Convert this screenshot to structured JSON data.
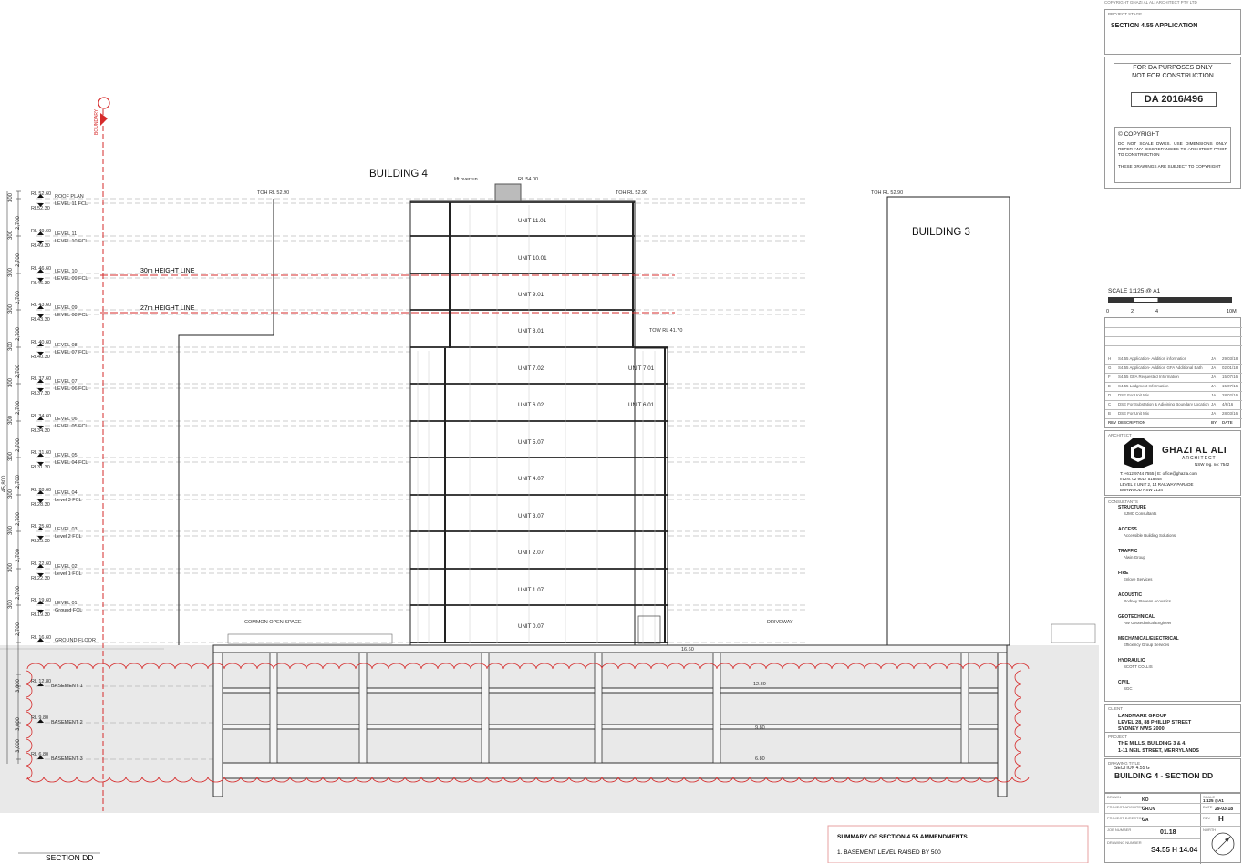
{
  "drawing": {
    "section_title": "SECTION DD",
    "building4_label": "BUILDING 4",
    "building3_label": "BUILDING 3",
    "lift_overrun": "lift overrun",
    "rl_lift": "RL 54.00",
    "toh_labels": [
      "TOH RL 52.90",
      "TOH RL 52.90",
      "TOH RL 52.90"
    ],
    "tow_label": "TOW RL 41.70",
    "boundary_label": "BOUNDARY",
    "height_lines": [
      "30m HEIGHT LINE",
      "27m HEIGHT LINE"
    ],
    "common_open_space": "COMMON OPEN SPACE",
    "driveway": "DRIVEWAY",
    "levels": [
      {
        "rl": "RL 52.60",
        "name": "ROOF PLAN",
        "fcl": "LEVEL 11 FCL",
        "rl2": "RL52.30"
      },
      {
        "rl": "RL 49.60",
        "name": "LEVEL 11",
        "fcl": "LEVEL 10 FCL",
        "rl2": "RL49.30"
      },
      {
        "rl": "RL 46.60",
        "name": "LEVEL 10",
        "fcl": "LEVEL 09 FCL",
        "rl2": "RL46.30"
      },
      {
        "rl": "RL 43.60",
        "name": "LEVEL 09",
        "fcl": "LEVEL 08 FCL",
        "rl2": "RL43.30"
      },
      {
        "rl": "RL 40.60",
        "name": "LEVEL 08",
        "fcl": "LEVEL 07 FCL",
        "rl2": "RL40.30"
      },
      {
        "rl": "RL 37.60",
        "name": "LEVEL 07",
        "fcl": "LEVEL 06 FCL",
        "rl2": "RL37.30"
      },
      {
        "rl": "RL 34.60",
        "name": "LEVEL 06",
        "fcl": "LEVEL 05 FCL",
        "rl2": "RL34.30"
      },
      {
        "rl": "RL 31.60",
        "name": "LEVEL 05",
        "fcl": "LEVEL 04 FCL",
        "rl2": "RL31.30"
      },
      {
        "rl": "RL 28.60",
        "name": "LEVEL 04",
        "fcl": "Level 3 FCL",
        "rl2": "RL28.30"
      },
      {
        "rl": "RL 25.60",
        "name": "LEVEL 03",
        "fcl": "Level 2 FCL",
        "rl2": "RL25.30"
      },
      {
        "rl": "RL 22.60",
        "name": "LEVEL 02",
        "fcl": "Level 1 FCL",
        "rl2": "RL22.30"
      },
      {
        "rl": "RL 19.60",
        "name": "LEVEL 01",
        "fcl": "Ground FCL",
        "rl2": "RL19.30"
      },
      {
        "rl": "RL 16.60",
        "name": "GROUND FLOOR",
        "fcl": "",
        "rl2": ""
      }
    ],
    "basements": [
      {
        "rl": "RL 12.80",
        "name": "BASEMENT 1"
      },
      {
        "rl": "RL 9.80",
        "name": "BASEMENT 2"
      },
      {
        "rl": "RL 6.80",
        "name": "BASEMENT 3"
      }
    ],
    "dims_300": "300",
    "dims_2700": "2,700",
    "dims_3000": "3,000",
    "total_height": "45,800",
    "units_left": [
      "UNIT 11.01",
      "UNIT 10.01",
      "UNIT 9.01",
      "UNIT 8.01",
      "UNIT 7.02",
      "UNIT 6.02",
      "UNIT 5.07",
      "UNIT 4.07",
      "UNIT 3.07",
      "UNIT 2.07",
      "UNIT 1.07",
      "UNIT 0.07"
    ],
    "units_right": [
      "UNIT 7.01",
      "UNIT 6.01"
    ],
    "basement_rls": [
      "12.80",
      "9.80",
      "6.80"
    ],
    "ground_rl": "16.60",
    "summary_title": "SUMMARY OF SECTION 4.55 AMMENDMENTS",
    "summary_item": "1. BASEMENT LEVEL RAISED BY 500"
  },
  "title_block": {
    "copyright_top": "COPYRIGHT GHAZI AL ALI ARCHITECT PTY LTD",
    "project_stage_label": "PROJECT STAGE",
    "project_stage": "SECTION 4.55 APPLICATION",
    "da_purposes": "FOR DA PURPOSES ONLY",
    "not_construction": "NOT FOR CONSTRUCTION",
    "da_number": "DA 2016/496",
    "copyright_title": "© COPYRIGHT",
    "copyright_text1": "DO NOT SCALE DWGS. USE DIMENSIONS ONLY. REFER ANY DISCREPANCIES TO ARCHITECT PRIOR TO CONSTRUCTION",
    "copyright_text2": "THESE DRAWINGS ARE SUBJECT TO COPYRIGHT",
    "scale_label": "SCALE 1:125 @ A1",
    "scale_ticks": [
      "0",
      "2",
      "4",
      "10M"
    ],
    "revisions": [
      {
        "rev": "H",
        "desc": "S4.55 Application- Addition information",
        "by": "JA",
        "date": "29/03/18"
      },
      {
        "rev": "G",
        "desc": "S4.55 Application- Addition GFA Additional Bath",
        "by": "JA",
        "date": "02/01/18"
      },
      {
        "rev": "F",
        "desc": "S4.55 GFA Requested Information",
        "by": "JA",
        "date": "15/07/16"
      },
      {
        "rev": "E",
        "desc": "S4.55 Lodgment Information",
        "by": "JA",
        "date": "15/07/16"
      },
      {
        "rev": "D",
        "desc": "DSE For Unit Mix",
        "by": "JA",
        "date": "28/02/16"
      },
      {
        "rev": "C",
        "desc": "DSE For Substation & Adjoining Boundary Location",
        "by": "JA",
        "date": "4/8/16"
      },
      {
        "rev": "B",
        "desc": "DSE For Unit Mix",
        "by": "JA",
        "date": "28/03/16"
      }
    ],
    "rev_headers": [
      "REV",
      "DESCRIPTION",
      "BY",
      "DATE"
    ],
    "architect_label": "ARCHITECT",
    "architect_name": "GHAZI AL ALI",
    "architect_sub": "ARCHITECT",
    "nsw_reg": "NSW reg. no: 7542",
    "arch_contact": "T: +612 9744 7555  |  E: office@ghazia.com",
    "arch_mobile": "m/2N: 02 9017 518848",
    "arch_addr1": "LEVEL 2 UNIT 2, 14 RAILWAY PARADE",
    "arch_addr2": "BURWOOD NSW 2134",
    "consultants_label": "CONSULTANTS",
    "consultants": [
      {
        "cat": "STRUCTURE",
        "name": "SJMC Consultants"
      },
      {
        "cat": "ACCESS",
        "name": "Accessible Building Solutions"
      },
      {
        "cat": "TRAFFIC",
        "name": "Alwin Group"
      },
      {
        "cat": "FIRE",
        "name": "Enlove Services"
      },
      {
        "cat": "ACOUSTIC",
        "name": "Rodney Stevens Acoustics"
      },
      {
        "cat": "GEOTECHNICAL",
        "name": "AW Geotechnical Engineer"
      },
      {
        "cat": "MECHANICAL/ELECTRICAL",
        "name": "Efficiency Group Services"
      },
      {
        "cat": "HYDRAULIC",
        "name": "SCOTT COLLIS"
      },
      {
        "cat": "CIVIL",
        "name": "SGC"
      }
    ],
    "client_label": "CLIENT",
    "client1": "LANDMARK GROUP",
    "client2": "LEVEL 28, 88 PHILLIP STREET",
    "client3": "SYDNEY NWS 2000",
    "project_label": "PROJECT",
    "project1": "THE MILLS, BUILDING 3 & 4.",
    "project2": "1-11 NEIL STREET, MERRYLANDS",
    "drawing_title_label": "DRAWING TITLE",
    "drawing_title_sub": "SECTION 4.55 G",
    "drawing_title": "BUILDING 4 - SECTION DD",
    "drawn_label": "DRAWN",
    "drawn": "KO",
    "scale2_label": "SCALE",
    "scale2": "1:125 @A1",
    "proj_arch_label": "PROJECT ARCHITECT",
    "proj_arch": "GR/JV",
    "date_label": "DATE",
    "date": "29-03-18",
    "proj_dir_label": "PROJECT DIRECTOR",
    "proj_dir": "GA",
    "rev_label": "REV",
    "rev": "H",
    "job_label": "JOB NUMBER",
    "job": "01.18",
    "north_label": "NORTH",
    "drawing_no_label": "DRAWING NUMBER",
    "drawing_no": "S4.55 H 14.04"
  },
  "colors": {
    "accent_red": "#d62b2b",
    "ground_fill": "#e8e8e8",
    "line": "#222222"
  }
}
